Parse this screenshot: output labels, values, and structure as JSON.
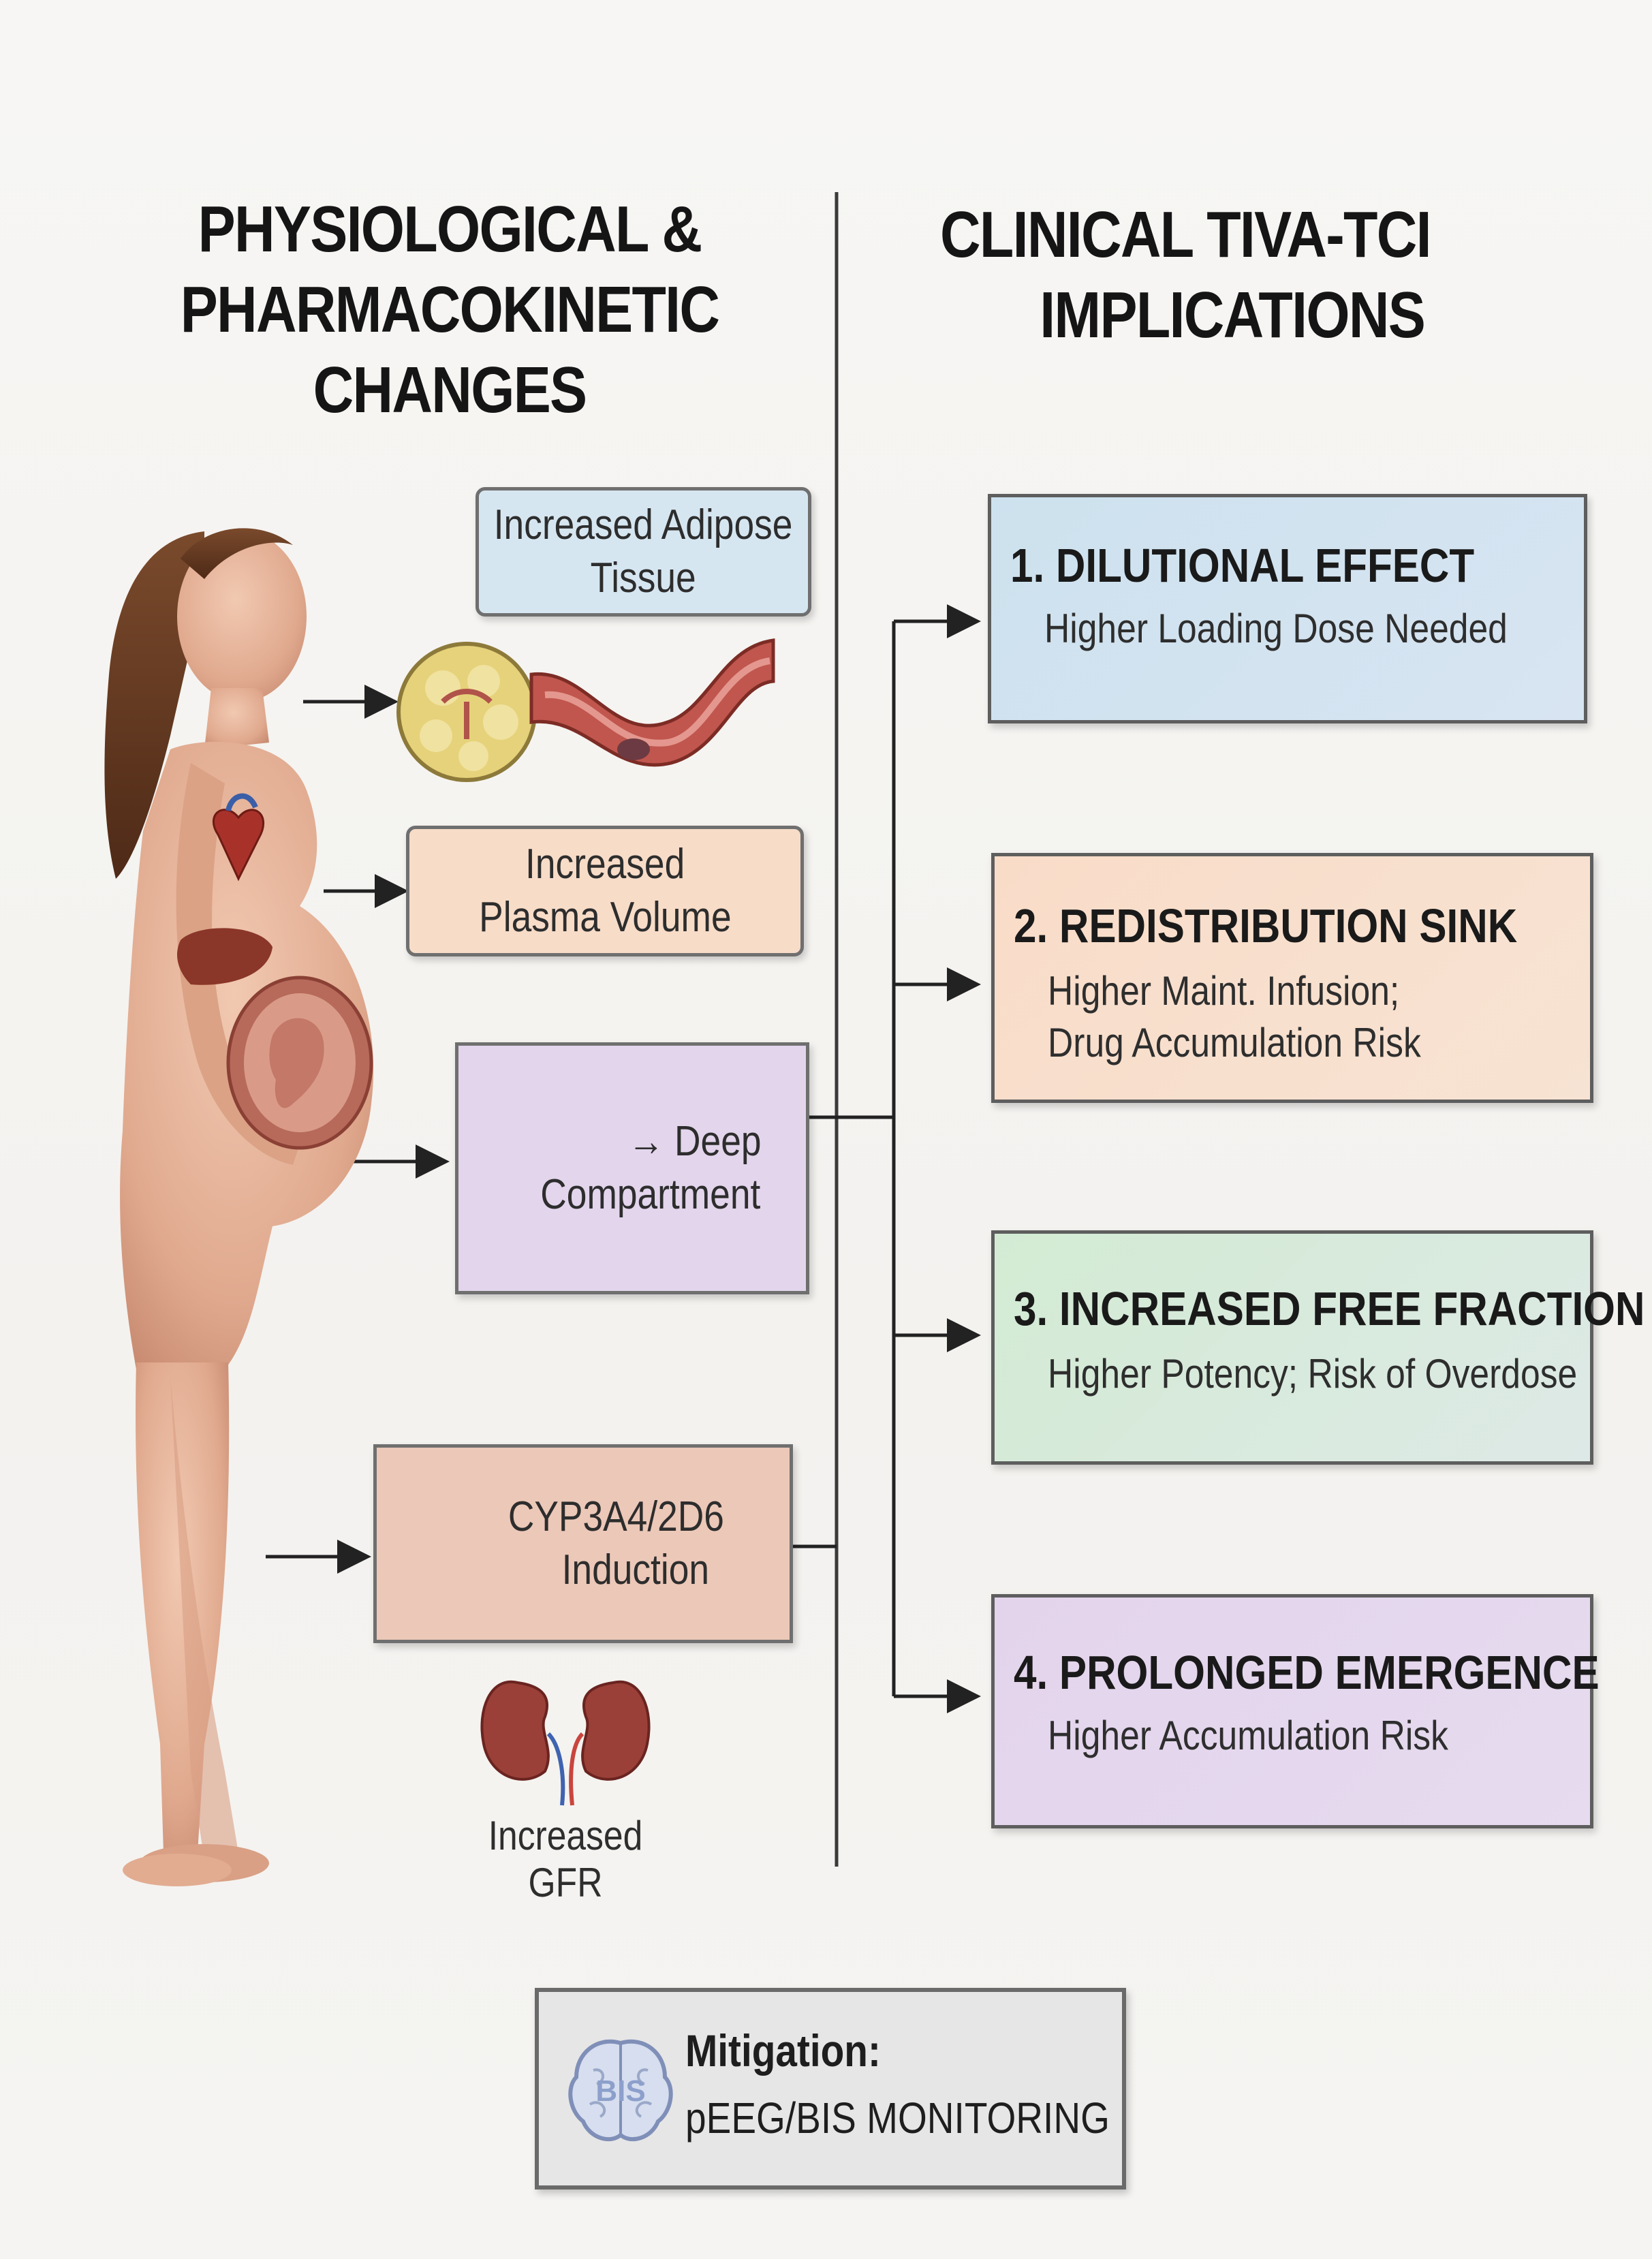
{
  "left_heading": {
    "lines": [
      "PHYSIOLOGICAL &",
      "PHARMACOKINETIC",
      "CHANGES"
    ]
  },
  "right_heading": {
    "lines": [
      "CLINICAL TIVA-TCI",
      "IMPLICATIONS"
    ]
  },
  "changes": {
    "adipose": [
      "Increased Adipose",
      "Tissue"
    ],
    "plasma": [
      "Increased",
      "Plasma Volume"
    ],
    "deep": [
      "→ Deep",
      "Compartment"
    ],
    "cyp": [
      "CYP3A4/2D6",
      "Induction"
    ],
    "gfr": "Increased GFR"
  },
  "implications": [
    {
      "title": "1. DILUTIONAL EFFECT",
      "lines": [
        "Higher Loading Dose Needed"
      ]
    },
    {
      "title": "2. REDISTRIBUTION SINK",
      "lines": [
        "Higher Maint. Infusion;",
        "Drug Accumulation Risk"
      ]
    },
    {
      "title": "3. INCREASED FREE FRACTION",
      "lines": [
        "Higher Potency; Risk of Overdose"
      ]
    },
    {
      "title": "4. PROLONGED EMERGENCE",
      "lines": [
        "Higher Accumulation Risk"
      ]
    }
  ],
  "mitigation": {
    "label": "Mitigation:",
    "text": "pEEG/BIS MONITORING",
    "icon_text": "BIS"
  },
  "colors": {
    "adipose_box": "#d6e6f1",
    "plasma_box": "#f7dcc8",
    "deep_box": "#e2d5ec",
    "cyp_box": "#ecc8b8",
    "impl_1": "#cfe3ee",
    "impl_2": "#f9dcc8",
    "impl_3": "#d6ecd5",
    "impl_4": "#e3d4ec",
    "mitigation_box": "#e6e6e6",
    "skin": "#e6b49a",
    "hair": "#6b3d24"
  }
}
